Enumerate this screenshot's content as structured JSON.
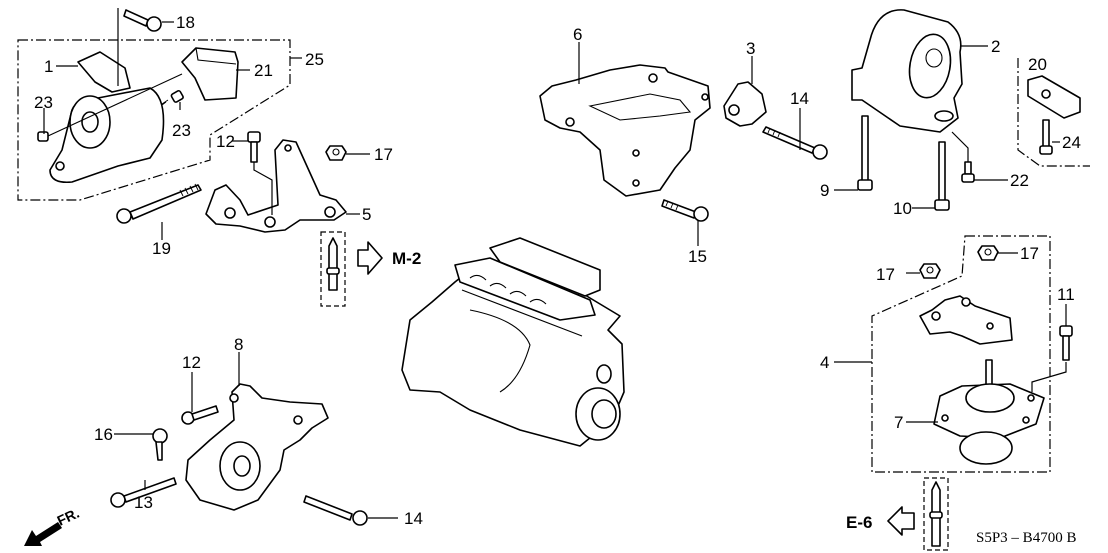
{
  "diagram": {
    "callouts": {
      "c1": "1",
      "c2": "2",
      "c3": "3",
      "c4": "4",
      "c5": "5",
      "c6": "6",
      "c7": "7",
      "c8": "8",
      "c9": "9",
      "c10": "10",
      "c11": "11",
      "c12a": "12",
      "c12b": "12",
      "c13": "13",
      "c14a": "14",
      "c14b": "14",
      "c15": "15",
      "c16": "16",
      "c17a": "17",
      "c17b": "17",
      "c17c": "17",
      "c18": "18",
      "c19": "19",
      "c20": "20",
      "c21": "21",
      "c22": "22",
      "c23a": "23",
      "c23b": "23",
      "c24": "24",
      "c25": "25"
    },
    "references": {
      "m2": "M-2",
      "e6": "E-6"
    },
    "direction": {
      "front": "FR."
    },
    "diagram_code": "S5P3 – B4700 B"
  }
}
